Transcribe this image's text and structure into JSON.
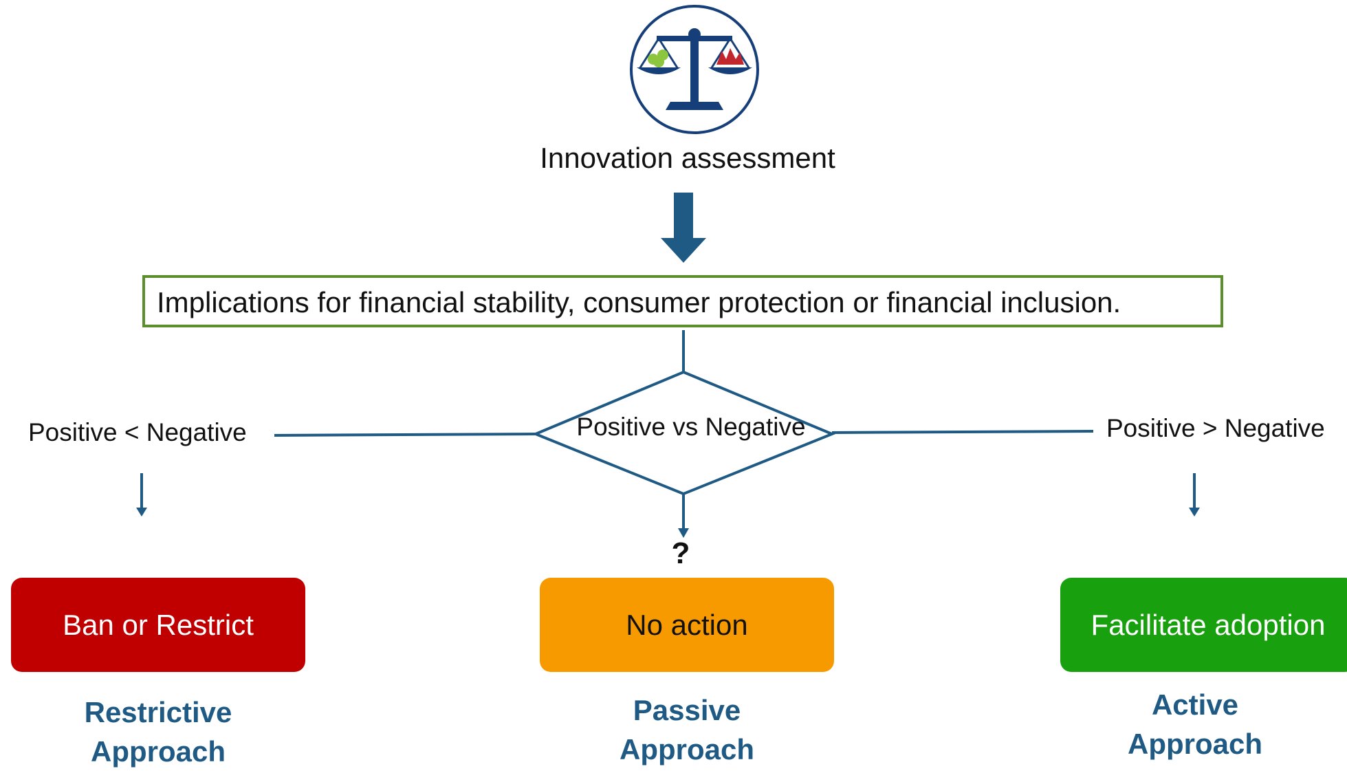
{
  "header": {
    "title": "Innovation assessment"
  },
  "icon": {
    "name": "balance-scale-icon"
  },
  "implications": {
    "text": "Implications for financial stability, consumer protection or financial inclusion."
  },
  "decision": {
    "text": "Positive vs Negative",
    "left_label": "Positive < Negative",
    "right_label": "Positive > Negative",
    "middle_label": "?"
  },
  "outcomes": [
    {
      "label": "Ban or Restrict",
      "approach_line1": "Restrictive",
      "approach_line2": "Approach",
      "color": "#c00000"
    },
    {
      "label": "No action",
      "approach_line1": "Passive",
      "approach_line2": "Approach",
      "color": "#f79a00"
    },
    {
      "label": "Facilitate adoption",
      "approach_line1": "Active",
      "approach_line2": "Approach",
      "color": "#18a00e"
    }
  ],
  "colors": {
    "connector": "#1f5a85",
    "box_border": "#5b8f2d",
    "approach_text": "#1f5a85"
  }
}
